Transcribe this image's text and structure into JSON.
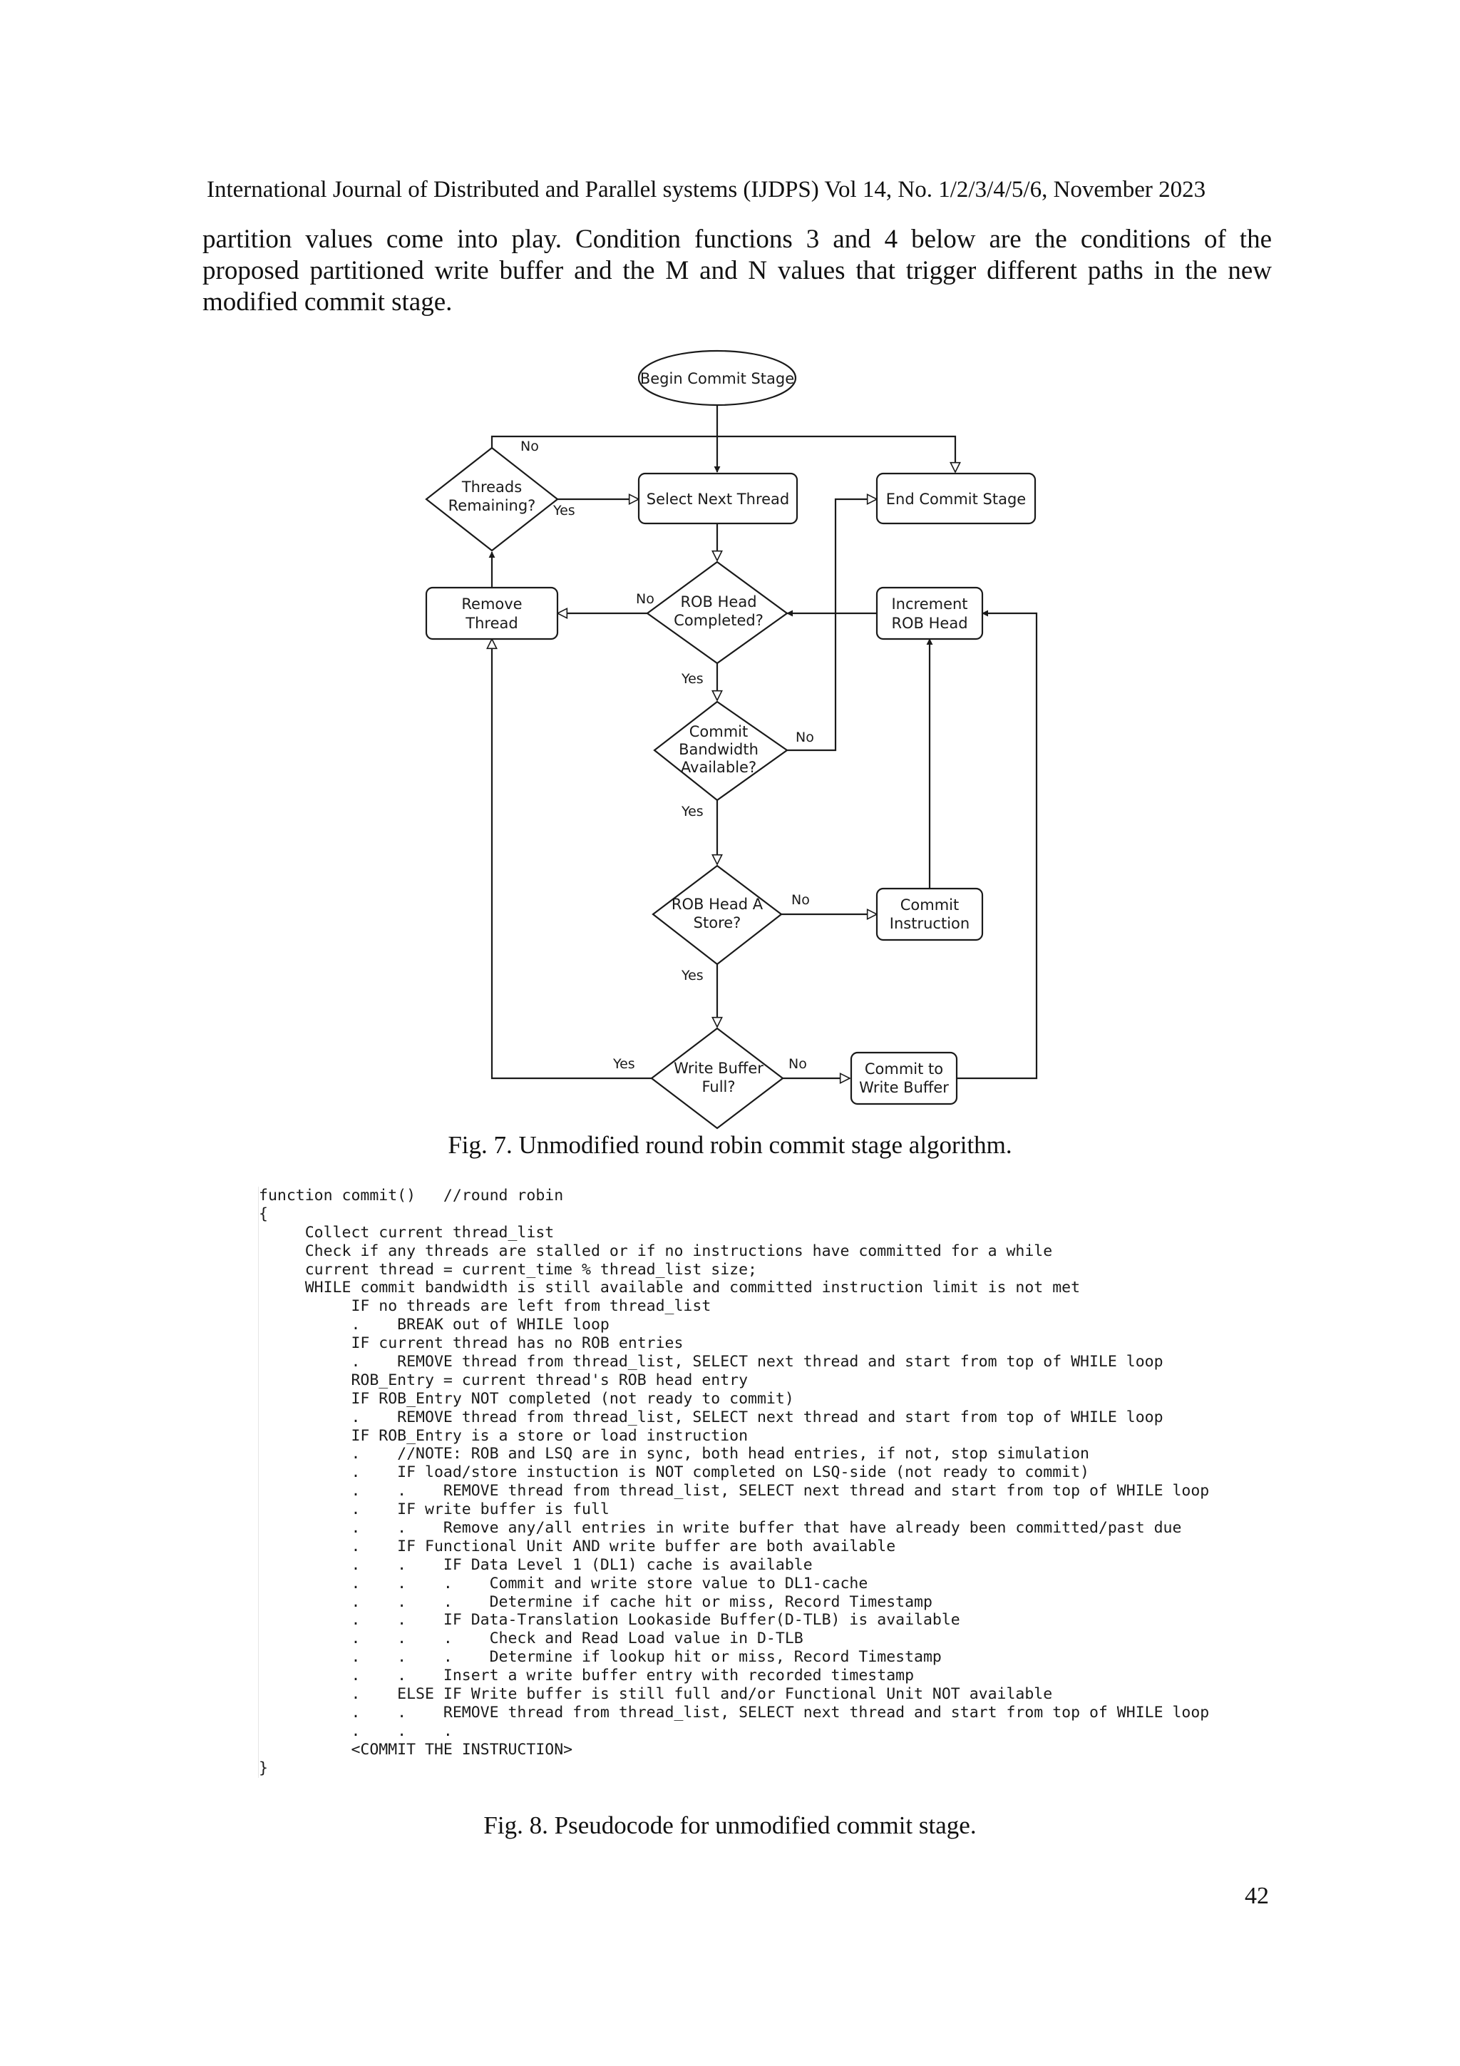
{
  "header": "International Journal of Distributed and Parallel systems (IJDPS) Vol 14, No. 1/2/3/4/5/6, November 2023",
  "intro_lines": [
    "partition values come into play. Condition functions 3 and 4 below are the conditions of the",
    "proposed partitioned write buffer and the M and N values that trigger different paths in the new",
    "modified commit stage."
  ],
  "flowchart": {
    "begin": "Begin Commit Stage",
    "select_next": "Select Next Thread",
    "end": "End Commit Stage",
    "threads_remaining": [
      "Threads",
      "Remaining?"
    ],
    "remove_thread": [
      "Remove",
      "Thread"
    ],
    "rob_head_completed": [
      "ROB Head",
      "Completed?"
    ],
    "increment_rob_head": [
      "Increment",
      "ROB Head"
    ],
    "commit_bandwidth": [
      "Commit",
      "Bandwidth",
      "Available?"
    ],
    "rob_head_store": [
      "ROB Head A",
      "Store?"
    ],
    "commit_instruction": [
      "Commit",
      "Instruction"
    ],
    "write_buffer_full": [
      "Write Buffer",
      "Full?"
    ],
    "commit_to_write_buffer": [
      "Commit to",
      "Write Buffer"
    ],
    "labels": {
      "no": "No",
      "yes": "Yes"
    }
  },
  "fig7_caption": "Fig. 7. Unmodified round robin commit stage algorithm.",
  "code_lines": [
    "function commit()   //round robin",
    "{",
    "     Collect current thread_list",
    "     Check if any threads are stalled or if no instructions have committed for a while",
    "     current thread = current_time % thread_list size;",
    "     WHILE commit bandwidth is still available and committed instruction limit is not met",
    "          IF no threads are left from thread_list",
    "          .    BREAK out of WHILE loop",
    "          IF current thread has no ROB entries",
    "          .    REMOVE thread from thread_list, SELECT next thread and start from top of WHILE loop",
    "          ROB_Entry = current thread's ROB head entry",
    "          IF ROB_Entry NOT completed (not ready to commit)",
    "          .    REMOVE thread from thread_list, SELECT next thread and start from top of WHILE loop",
    "          IF ROB_Entry is a store or load instruction",
    "          .    //NOTE: ROB and LSQ are in sync, both head entries, if not, stop simulation",
    "          .    IF load/store instuction is NOT completed on LSQ-side (not ready to commit)",
    "          .    .    REMOVE thread from thread_list, SELECT next thread and start from top of WHILE loop",
    "          .    IF write buffer is full",
    "          .    .    Remove any/all entries in write buffer that have already been committed/past due",
    "          .    IF Functional Unit AND write buffer are both available",
    "          .    .    IF Data Level 1 (DL1) cache is available",
    "          .    .    .    Commit and write store value to DL1-cache",
    "          .    .    .    Determine if cache hit or miss, Record Timestamp",
    "          .    .    IF Data-Translation Lookaside Buffer(D-TLB) is available",
    "          .    .    .    Check and Read Load value in D-TLB",
    "          .    .    .    Determine if lookup hit or miss, Record Timestamp",
    "          .    .    Insert a write buffer entry with recorded timestamp",
    "          .    ELSE IF Write buffer is still full and/or Functional Unit NOT available",
    "          .    .    REMOVE thread from thread_list, SELECT next thread and start from top of WHILE loop",
    "          .    .    .",
    "          <COMMIT THE INSTRUCTION>",
    "}"
  ],
  "fig8_caption": "Fig. 8. Pseudocode for unmodified commit stage.",
  "page_number": "42"
}
